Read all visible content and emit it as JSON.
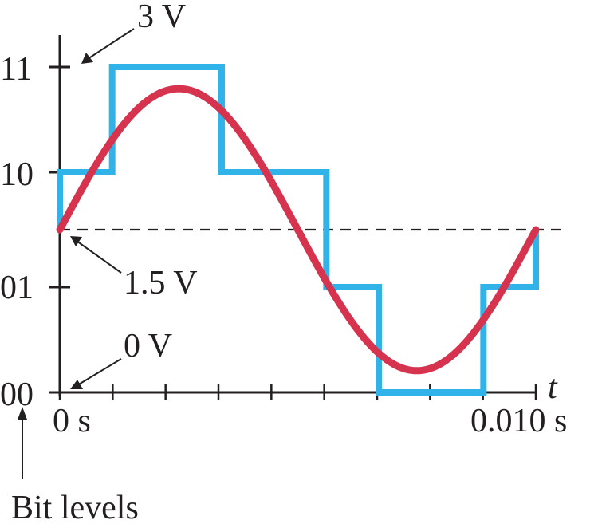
{
  "chart_data": {
    "type": "line",
    "y_axis": {
      "bit_levels": [
        "00",
        "01",
        "10",
        "11"
      ],
      "caption": "Bit levels",
      "voltage_annotations": [
        {
          "text": "3 V",
          "level": 3.0
        },
        {
          "text": "1.5 V",
          "level": 1.5
        },
        {
          "text": "0 V",
          "level": 0.0
        }
      ]
    },
    "x_axis": {
      "label": "t",
      "start_label": "0 s",
      "end_label": "0.010 s",
      "range": [
        0,
        0.01
      ],
      "minor_ticks": 9
    },
    "series": [
      {
        "kind": "analog-sine",
        "color": "#d6334f",
        "offset_v": 1.5,
        "amplitude_v": 1.3,
        "period_s": 0.01
      },
      {
        "kind": "quantized-staircase",
        "color": "#30b3e8",
        "steps": [
          {
            "t0": 0.0,
            "t1": 0.0011,
            "level": 2
          },
          {
            "t0": 0.0011,
            "t1": 0.0034,
            "level": 3
          },
          {
            "t0": 0.0034,
            "t1": 0.0056,
            "level": 2
          },
          {
            "t0": 0.0056,
            "t1": 0.0067,
            "level": 1
          },
          {
            "t0": 0.0067,
            "t1": 0.0089,
            "level": 0
          },
          {
            "t0": 0.0089,
            "t1": 0.01,
            "level": 1
          }
        ]
      }
    ],
    "midline_v": 1.5
  }
}
